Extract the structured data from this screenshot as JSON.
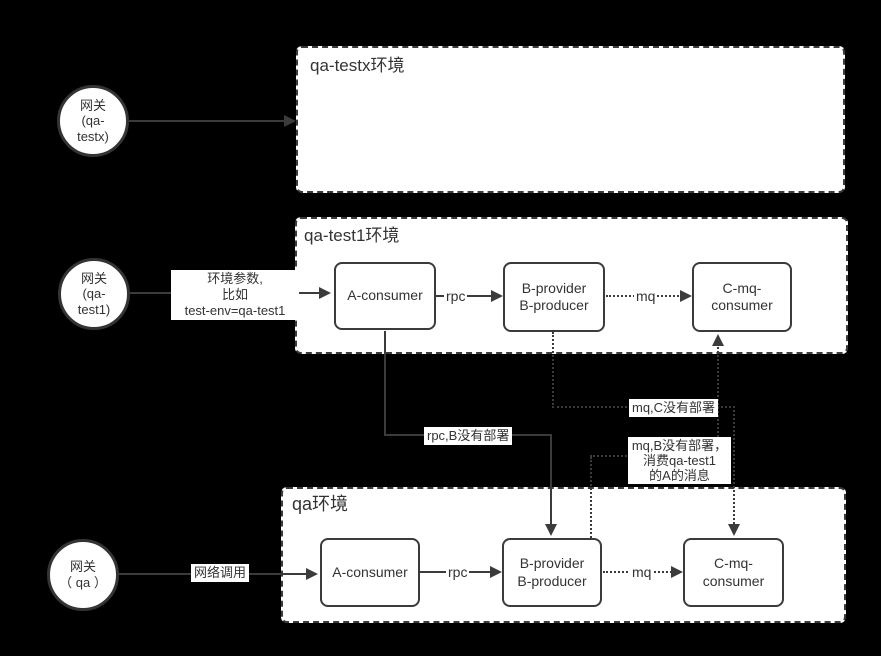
{
  "colors": {
    "background": "#000000",
    "surface": "#ffffff",
    "stroke": "#3b3b3b",
    "text": "#333333"
  },
  "gateways": {
    "testx": {
      "line1": "网关",
      "line2": "(qa-",
      "line3": "testx)"
    },
    "test1": {
      "line1": "网关",
      "line2": "(qa-",
      "line3": "test1)"
    },
    "qa": {
      "line1": "网关",
      "line2": "（ qa ）"
    }
  },
  "environments": {
    "testx": {
      "title": "qa-testx环境"
    },
    "test1": {
      "title": "qa-test1环境",
      "a": "A-consumer",
      "b1": "B-provider",
      "b2": "B-producer",
      "c1": "C-mq-",
      "c2": "consumer",
      "rpc": "rpc",
      "mq": "mq"
    },
    "qa": {
      "title": "qa环境",
      "a": "A-consumer",
      "b1": "B-provider",
      "b2": "B-producer",
      "c1": "C-mq-",
      "c2": "consumer",
      "rpc": "rpc",
      "mq": "mq"
    }
  },
  "labels": {
    "env_param_1": "环境参数,",
    "env_param_2": "比如",
    "env_param_3": "test-env=qa-test1",
    "network_call": "网络调用",
    "rpc_fallback": "rpc,B没有部署",
    "mq_c_fallback": "mq,C没有部署",
    "mq_b_fallback_1": "mq,B没有部署，",
    "mq_b_fallback_2": "消费qa-test1",
    "mq_b_fallback_3": "的A的消息"
  }
}
